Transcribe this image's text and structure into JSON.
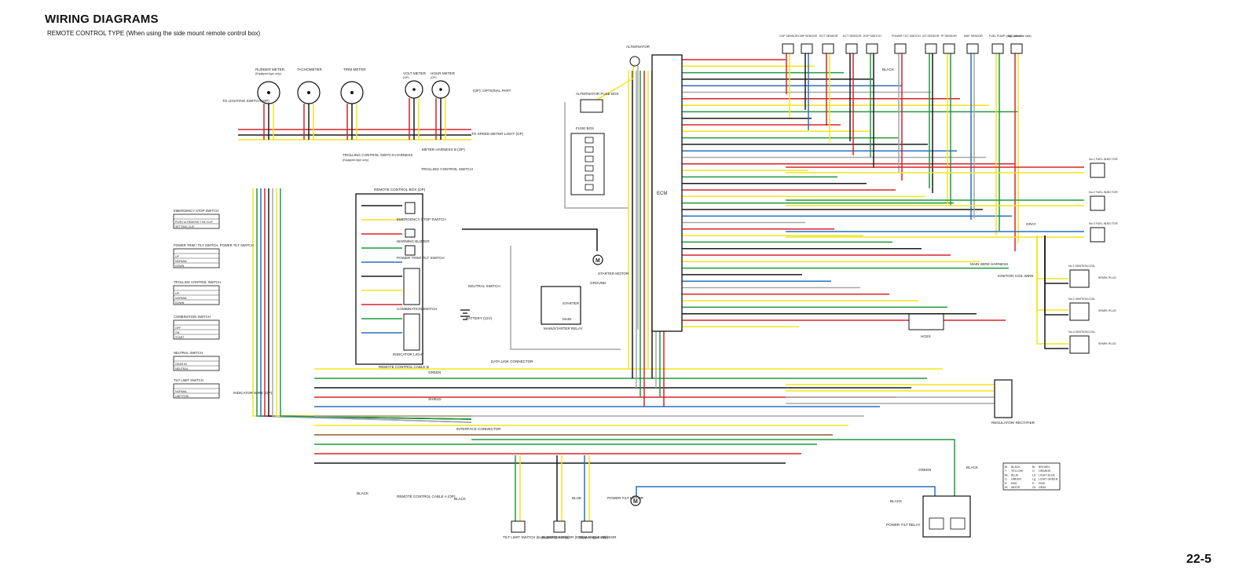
{
  "page": {
    "title": "WIRING DIAGRAMS",
    "subtitle": "REMOTE CONTROL TYPE (When using the side mount remote control box)",
    "page_number": "22-5"
  },
  "meters": [
    {
      "label": "RUDDER METER",
      "sub": "(Equipped type only)"
    },
    {
      "label": "TACHOMETER",
      "sub": ""
    },
    {
      "label": "TRIM METER",
      "sub": ""
    },
    {
      "label": "VOLT METER",
      "sub": "(OP)"
    },
    {
      "label": "HOUR METER",
      "sub": "(OP)"
    }
  ],
  "labels": {
    "optional_part": "(OP): OPTIONAL PART",
    "to_lighting_switch": "TO LIGHTING SWITCH (OP)",
    "to_speed_meter": "TO SPEED METER LIGHT (OP)",
    "meter_harness": "METER HARNESS B (OP)",
    "trolling_harness": "TROLLING CONTROL SWITCH HARNESS",
    "trolling_harness_sub": "(Equipped type only)",
    "trolling_switch": "TROLLING CONTROL SWITCH",
    "remote_box": "REMOTE CONTROL BOX (OP)",
    "emergency_stop": "EMERGENCY STOP SWITCH",
    "warning_buzzer": "WARNING BUZZER",
    "power_trim": "POWER TRIM/ TILT SWITCH",
    "combination": "COMBINATION SWITCH",
    "indicator_light": "INDICATOR LIGHT",
    "indicator_wire": "INDICATOR WIRE (OP)",
    "remote_cable_b": "REMOTE CONTROL CABLE B",
    "remote_cable_a": "REMOTE CONTROL CABLE A (OP)",
    "interface": "INTERFACE CONNECTOR",
    "data_link": "DATA LINK CONNECTOR",
    "neutral_switch": "NEUTRAL SWITCH",
    "battery": "BATTERY (12V)",
    "starter_motor": "STARTER MOTOR",
    "ground": "GROUND",
    "main_starter_relay": "MAIN/STARTER RELAY",
    "starter": "STARTER",
    "main": "MAIN",
    "alternator": "ALTERNATOR",
    "alternator_fuse": "ALTERNATOR FUSE BOX",
    "fuse_box": "FUSE BOX",
    "ecm": "ECM",
    "main_wire_harness": "MAIN WIRE HARNESS",
    "ignition_coil_wire": "IGNITION COIL WIRE",
    "regulator": "REGULATOR/ RECTIFIER",
    "power_tilt_relay": "POWER TILT RELAY",
    "power_tilt_motor": "POWER TILT MOTOR",
    "tilt_limit_switch": "TILT LIMIT SWITCH (Equipped type only)",
    "rudder_sensor": "RUDDER SENSOR (Equipped type only)",
    "trim_angle_sensor": "TRIM ANGLE SENSOR",
    "h2o2": "HO2S",
    "green": "GREEN",
    "black": "BLACK",
    "blue": "BLUE",
    "gray": "GRAY",
    "shield": "SHIELD"
  },
  "sensors_top": [
    {
      "label": "CKP SENSOR"
    },
    {
      "label": "CMP SENSOR"
    },
    {
      "label": "EOT SENSOR"
    },
    {
      "label": "ECT SENSOR"
    },
    {
      "label": "EOP SWITCH"
    },
    {
      "label": "POWER TILT SWITCH"
    },
    {
      "label": "IAT SENSOR"
    },
    {
      "label": "TP SENSOR"
    },
    {
      "label": "MAP SENSOR"
    },
    {
      "label": "FUEL PUMP (High pressure side)"
    },
    {
      "label": "IAC VALVE"
    }
  ],
  "injectors": [
    "No.1 FUEL INJECTOR",
    "No.2 FUEL INJECTOR",
    "No.3 FUEL INJECTOR"
  ],
  "coils": [
    "No.1 IGNITION COIL",
    "No.2 IGNITION COIL",
    "No.3 IGNITION COIL"
  ],
  "spark_plug": "SPARK PLUG",
  "switch_tables": [
    {
      "title": "EMERGENCY STOP SWITCH",
      "rows": [
        "PUSH or REMOVE THE CLIP",
        "SETTING CLIP"
      ]
    },
    {
      "title": "POWER TRIM / TILT SWITCH, POWER TILT SWITCH",
      "rows": [
        "UP",
        "NORMAL",
        "DOWN"
      ]
    },
    {
      "title": "TROLLING CONTROL SWITCH",
      "rows": [
        "UP",
        "NORMAL",
        "DOWN"
      ]
    },
    {
      "title": "COMBINATION SWITCH",
      "rows": [
        "OFF",
        "ON",
        "START"
      ]
    },
    {
      "title": "NEUTRAL SWITCH",
      "rows": [
        "GEAR IN",
        "NEUTRAL"
      ]
    },
    {
      "title": "TILT LIMIT SWITCH",
      "rows": [
        "NORMAL",
        "UNP POSI"
      ]
    }
  ],
  "color_legend": [
    {
      "code": "Bl",
      "name": "BLACK"
    },
    {
      "code": "Br",
      "name": "BROWN"
    },
    {
      "code": "Y",
      "name": "YELLOW"
    },
    {
      "code": "O",
      "name": "ORANGE"
    },
    {
      "code": "Bu",
      "name": "BLUE"
    },
    {
      "code": "Lb",
      "name": "LIGHT BLUE"
    },
    {
      "code": "G",
      "name": "GREEN"
    },
    {
      "code": "Lg",
      "name": "LIGHT GREEN"
    },
    {
      "code": "R",
      "name": "RED"
    },
    {
      "code": "P",
      "name": "PINK"
    },
    {
      "code": "W",
      "name": "WHITE"
    },
    {
      "code": "Gr",
      "name": "GRAY"
    }
  ],
  "wire_colors": {
    "red": "#d8232a",
    "yellow": "#f2e51c",
    "green": "#1f9a3e",
    "blue": "#2a6fc0",
    "black": "#1a1a1a",
    "gray": "#a7a7a7",
    "brown": "#8a5a2b",
    "orange": "#ef8a1f",
    "light_green": "#8fd36a"
  }
}
